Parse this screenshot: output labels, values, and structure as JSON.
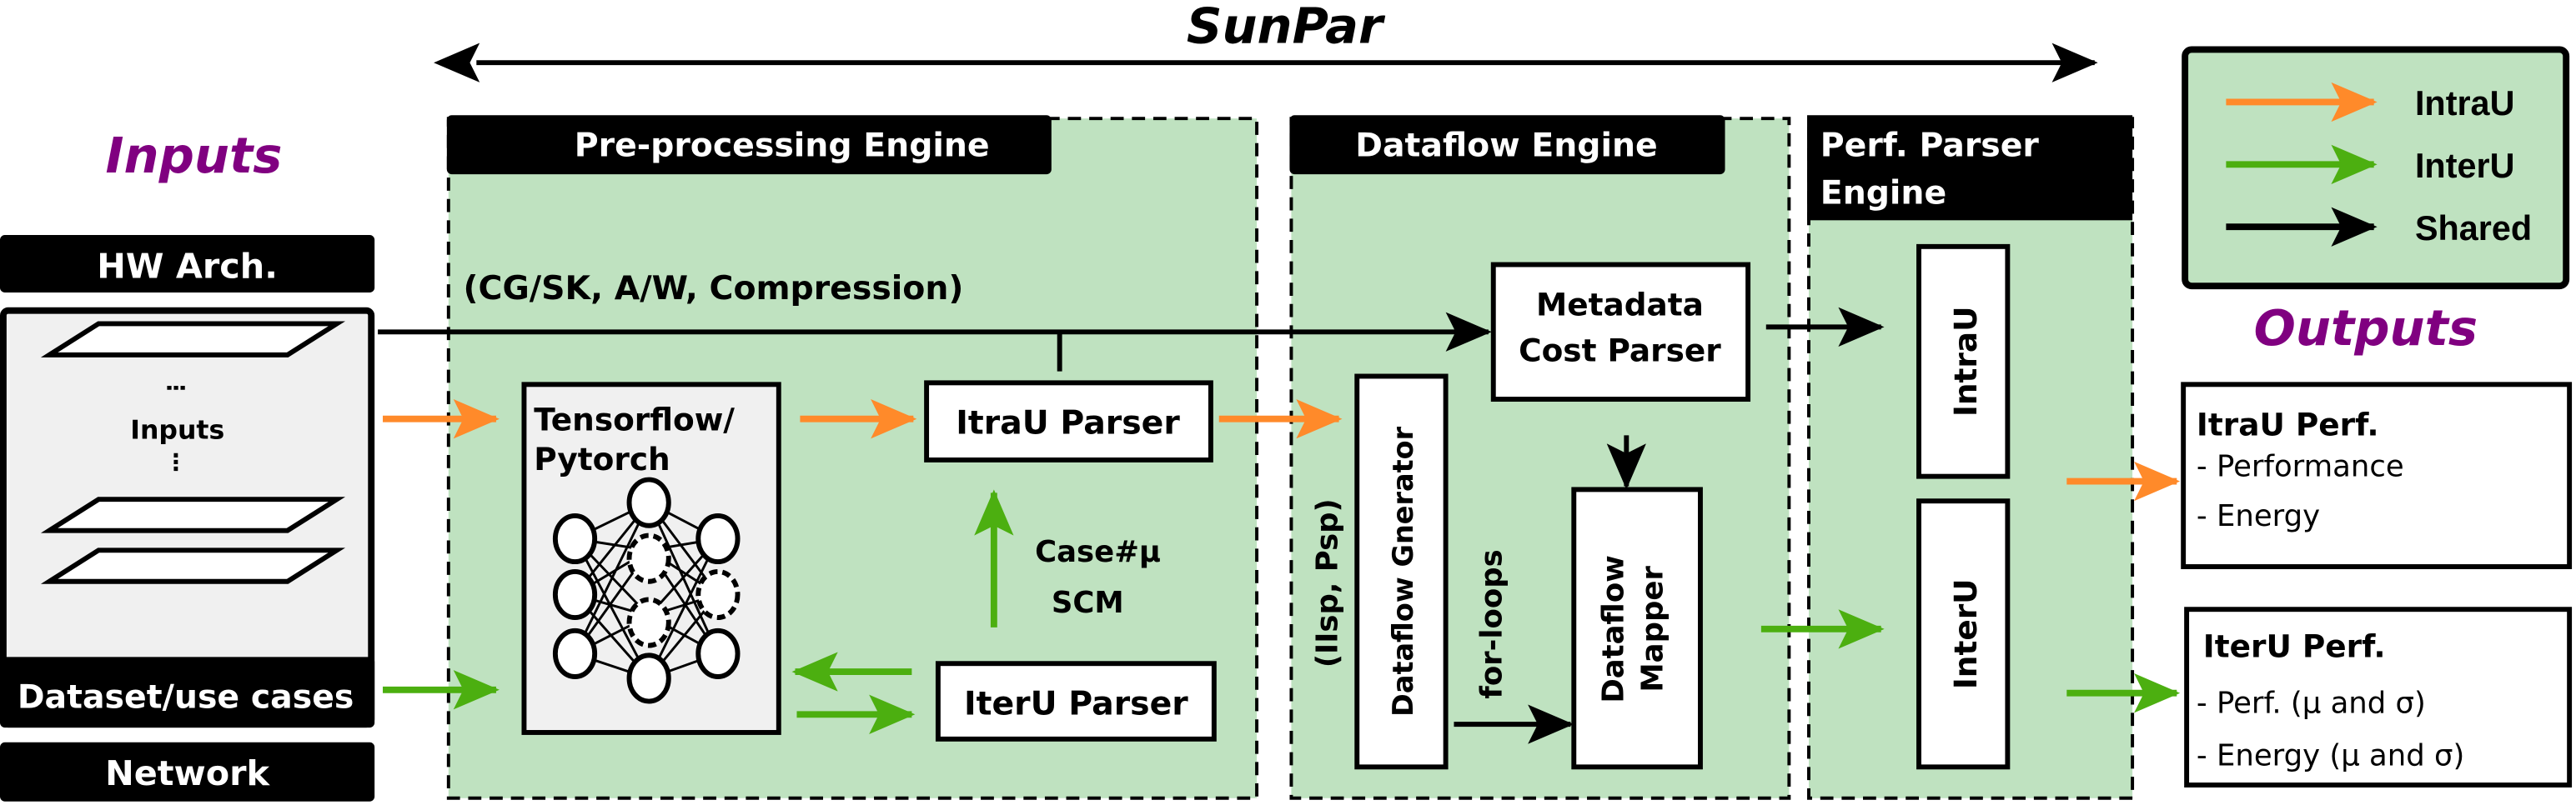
{
  "title": "SunPar",
  "colors": {
    "intra": "#FF8A2A",
    "inter": "#4CAF10",
    "shared": "#000000",
    "engine_bg": "#BFE2C0",
    "accent_purple": "#800080",
    "panel_gray": "#F0F0F0"
  },
  "legend": {
    "items": [
      {
        "label": "IntraU",
        "color": "#FF8A2A"
      },
      {
        "label": "InterU",
        "color": "#4CAF10"
      },
      {
        "label": "Shared",
        "color": "#000000"
      }
    ]
  },
  "inputs": {
    "heading": "Inputs",
    "hw_arch": "HW Arch.",
    "stack_label": "Inputs",
    "dataset": "Dataset/use cases",
    "network": "Network"
  },
  "preprocessing": {
    "header": "Pre-processing Engine",
    "config_label": "(CG/SK, A/W, Compression)",
    "framework": [
      "Tensorflow/",
      "Pytorch"
    ],
    "itrau_parser": "ItraU Parser",
    "iteru_parser": "IterU Parser",
    "case_label": "Case#μ",
    "scm_label": "SCM"
  },
  "dataflow": {
    "header": "Dataflow Engine",
    "metadata": [
      "Metadata",
      "Cost Parser"
    ],
    "params_label": "(IIsp, Psp)",
    "generator": "Dataflow Gnerator",
    "loops_label": "for-loops",
    "mapper": [
      "Dataflow",
      "Mapper"
    ]
  },
  "perf_parser": {
    "header": [
      "Perf. Parser",
      "Engine"
    ],
    "intrau": "IntraU",
    "interu": "InterU"
  },
  "outputs": {
    "heading": "Outputs",
    "itrau": {
      "title": "ItraU Perf.",
      "items": [
        "- Performance",
        "- Energy"
      ]
    },
    "iteru": {
      "title": "IterU Perf.",
      "items": [
        "- Perf. (μ and σ)",
        "- Energy (μ and σ)"
      ]
    }
  }
}
